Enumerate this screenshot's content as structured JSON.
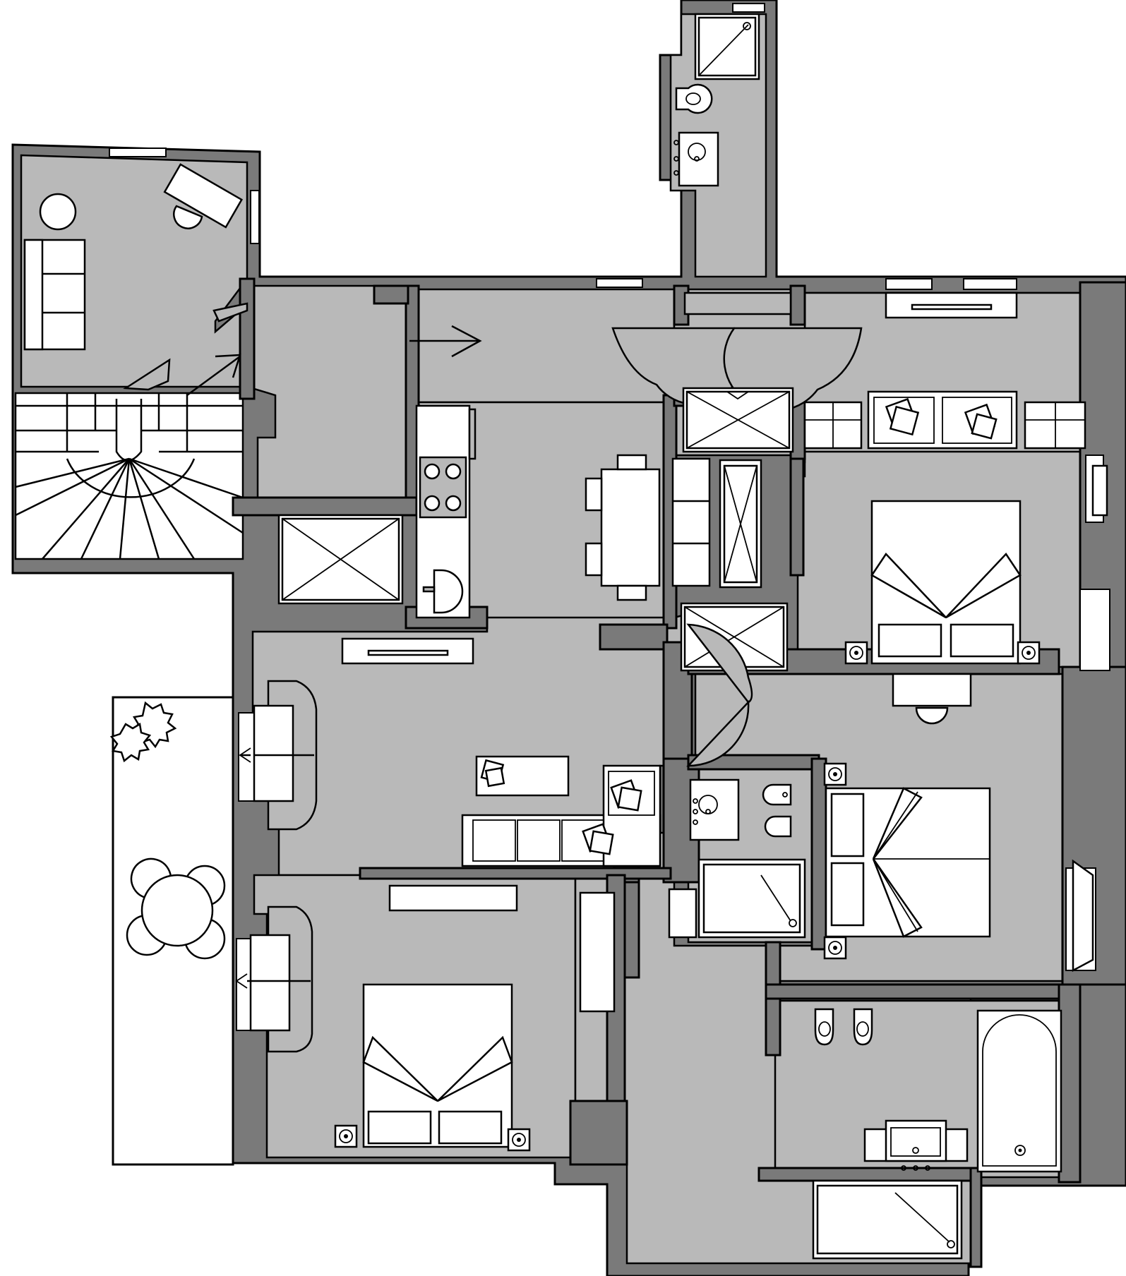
{
  "diagram": {
    "type": "architectural floor plan",
    "colors": {
      "walls": "#7a7a7a",
      "floor": "#b9b9b9",
      "fixtures": "#ffffff",
      "outline": "#000000",
      "terrace": "#ffffff"
    },
    "elements": {
      "rooms": [
        "studio",
        "staircase",
        "entry-hall",
        "kitchen",
        "dining-area",
        "living-room",
        "bedroom-east",
        "bedroom-central",
        "bedroom-southwest",
        "bathroom-north",
        "bathroom-central",
        "bathroom-southeast",
        "corridor-south",
        "terrace"
      ],
      "furniture": [
        "desk",
        "chair",
        "sofa",
        "armchair",
        "coffee-table",
        "dining-table",
        "double-bed",
        "nightstand",
        "wardrobe",
        "round-table",
        "planter"
      ],
      "fixtures": [
        "shower",
        "toilet",
        "bidet",
        "sink",
        "bathtub",
        "cooktop",
        "radiator"
      ]
    }
  }
}
